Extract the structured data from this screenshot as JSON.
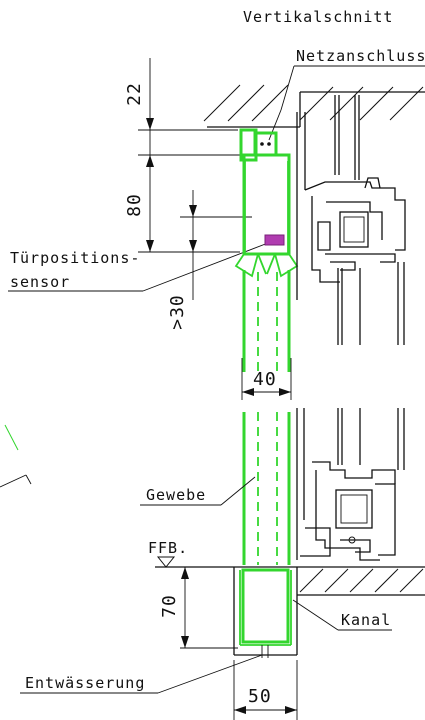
{
  "title": "Vertikalschnitt",
  "labels": {
    "netzanschluss": "Netzanschluss",
    "sensor_line1": "Türpositions-",
    "sensor_line2": "sensor",
    "gewebe": "Gewebe",
    "ffb": "FFB.",
    "kanal": "Kanal",
    "entwaesserung": "Entwässerung"
  },
  "dimensions": {
    "d22": "22",
    "d80": "80",
    "d30": ">30",
    "d40": "40",
    "d70": "70",
    "d50": "50"
  },
  "colors": {
    "frame_green": "#33d62e",
    "sensor_magenta": "#b03cb0",
    "line_black": "#111111"
  }
}
